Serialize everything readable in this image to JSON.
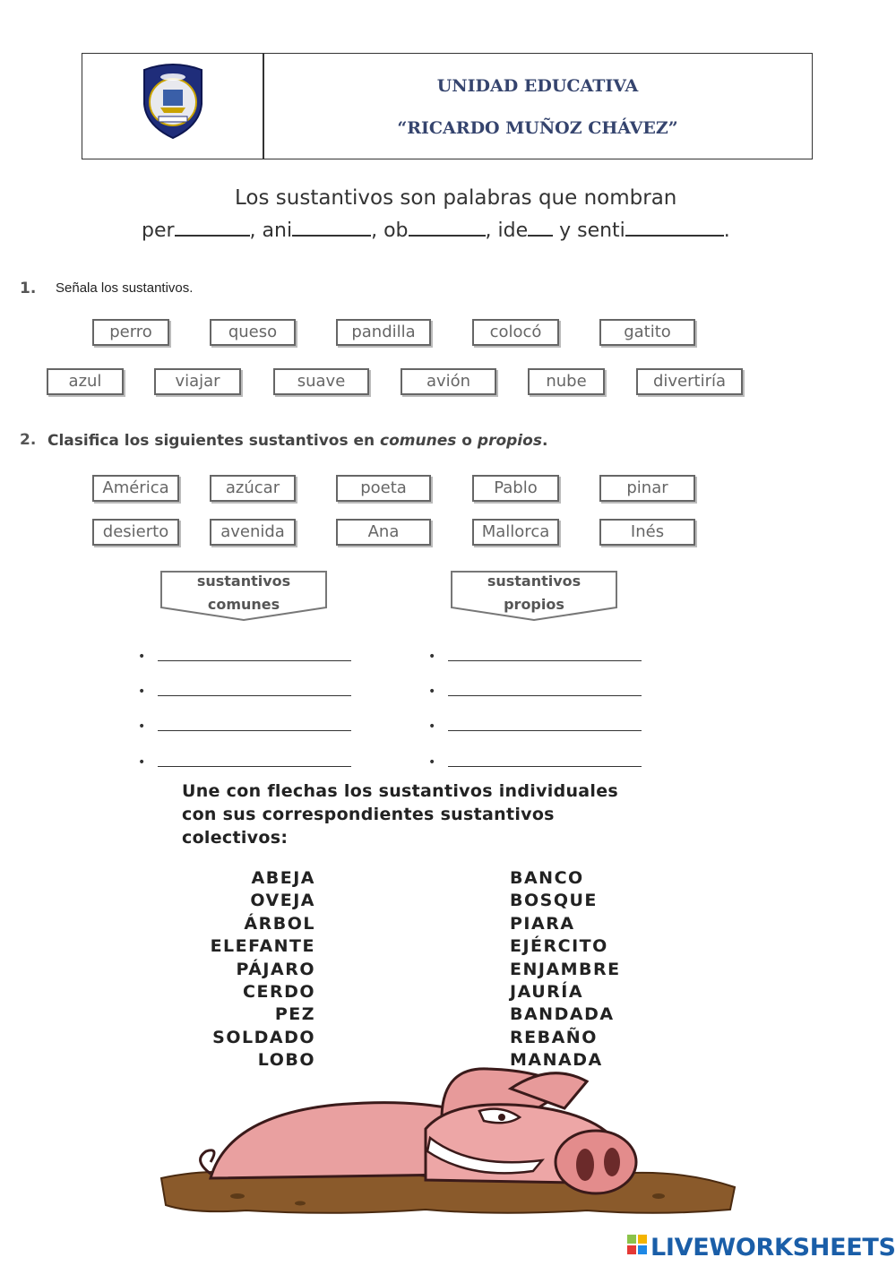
{
  "header": {
    "school_name": "UNIDAD EDUCATIVA",
    "school_subname": "“RICARDO MUÑOZ CHÁVEZ”"
  },
  "intro": {
    "line1": "Los sustantivos son palabras que nombran",
    "fragments": [
      "per",
      ", ani",
      ", ob",
      ", ide",
      " y senti",
      "."
    ]
  },
  "section1": {
    "number": "1.",
    "instruction": "Señala los sustantivos.",
    "row1": [
      "perro",
      "queso",
      "pandilla",
      "colocó",
      "gatito"
    ],
    "row2": [
      "azul",
      "viajar",
      "suave",
      "avión",
      "nube",
      "divertiría"
    ]
  },
  "section2": {
    "number": "2.",
    "instruction_a": "Clasifica los siguientes sustantivos en ",
    "instruction_b": "comunes",
    "instruction_c": " o ",
    "instruction_d": "propios",
    "instruction_e": ".",
    "row1": [
      "América",
      "azúcar",
      "poeta",
      "Pablo",
      "pinar"
    ],
    "row2": [
      "desierto",
      "avenida",
      "Ana",
      "Mallorca",
      "Inés"
    ],
    "tag_left": [
      "sustantivos",
      "comunes"
    ],
    "tag_right": [
      "sustantivos",
      "propios"
    ],
    "bullet": "•"
  },
  "section3": {
    "instruction_lines": [
      "Une con flechas los sustantivos individuales",
      "con sus correspondientes sustantivos",
      "colectivos:"
    ],
    "individual": [
      "ABEJA",
      "OVEJA",
      "ÁRBOL",
      "ELEFANTE",
      "PÁJARO",
      "CERDO",
      "PEZ",
      "SOLDADO",
      "LOBO"
    ],
    "collective": [
      "BANCO",
      "BOSQUE",
      "PIARA",
      "EJÉRCITO",
      "ENJAMBRE",
      "JAURÍA",
      "BANDADA",
      "REBAÑO",
      "MANADA"
    ]
  },
  "footer": {
    "brand": "LIVEWORKSHEETS",
    "brand_color": "#1a5ea8"
  }
}
